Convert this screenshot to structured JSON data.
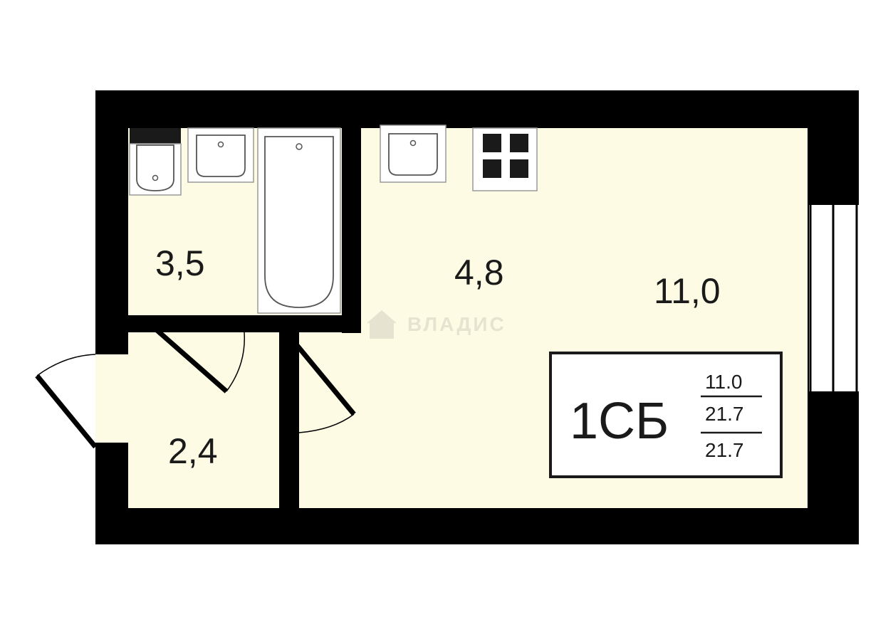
{
  "rooms": {
    "bathroom_area": "3,5",
    "kitchen_area": "4,8",
    "living_area": "11,0",
    "hall_area": "2,4"
  },
  "apartment": {
    "type": "1СБ",
    "living_area": "11.0",
    "total_area": "21.7",
    "total_area_2": "21.7"
  },
  "watermark": {
    "text": "ВЛАДИС",
    "icon": "house-icon"
  },
  "colors": {
    "wall": "#000000",
    "floor": "#fdfbe3",
    "watermark": "#e4e2d0"
  }
}
